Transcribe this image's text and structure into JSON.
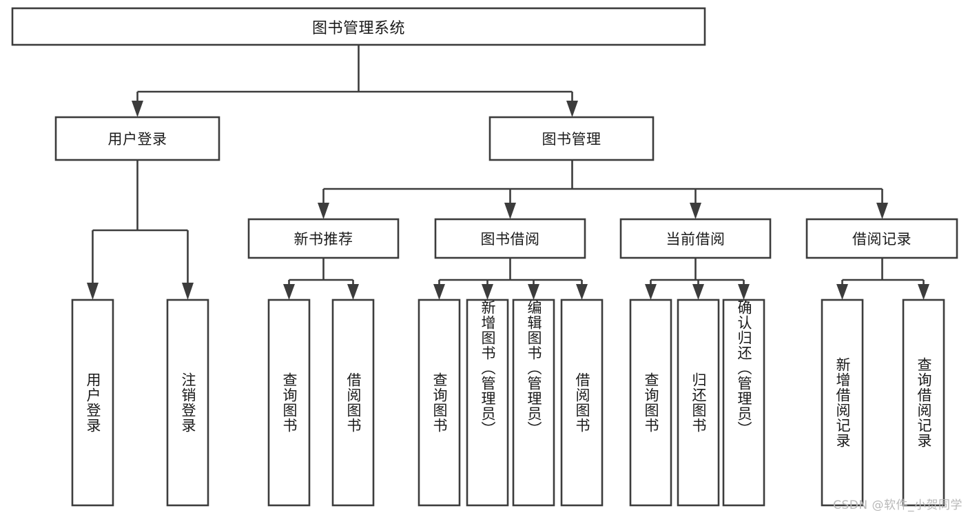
{
  "diagram": {
    "title": "图书管理系统",
    "type": "hierarchy-tree",
    "watermark": "CSDN @软件_小贺同学",
    "colors": {
      "stroke": "#3c3c3c",
      "fill": "#ffffff",
      "text": "#1a1a1a",
      "background": "#ffffff",
      "watermark": "#b8b8b8"
    },
    "root": {
      "label": "图书管理系统"
    },
    "level2": [
      {
        "label": "用户登录"
      },
      {
        "label": "图书管理"
      }
    ],
    "level3": [
      {
        "label": "新书推荐"
      },
      {
        "label": "图书借阅"
      },
      {
        "label": "当前借阅"
      },
      {
        "label": "借阅记录"
      }
    ],
    "leaves": {
      "user_login": [
        {
          "label": "用户登录"
        },
        {
          "label": "注销登录"
        }
      ],
      "new_book_recommend": [
        {
          "label": "查询图书"
        },
        {
          "label": "借阅图书"
        }
      ],
      "book_borrow": [
        {
          "label": "查询图书"
        },
        {
          "label": "新增图书（管理员）"
        },
        {
          "label": "编辑图书（管理员）"
        },
        {
          "label": "借阅图书"
        }
      ],
      "current_borrow": [
        {
          "label": "查询图书"
        },
        {
          "label": "归还图书"
        },
        {
          "label": "确认归还（管理员）"
        }
      ],
      "borrow_record": [
        {
          "label": "新增借阅记录"
        },
        {
          "label": "查询借阅记录"
        }
      ]
    }
  }
}
